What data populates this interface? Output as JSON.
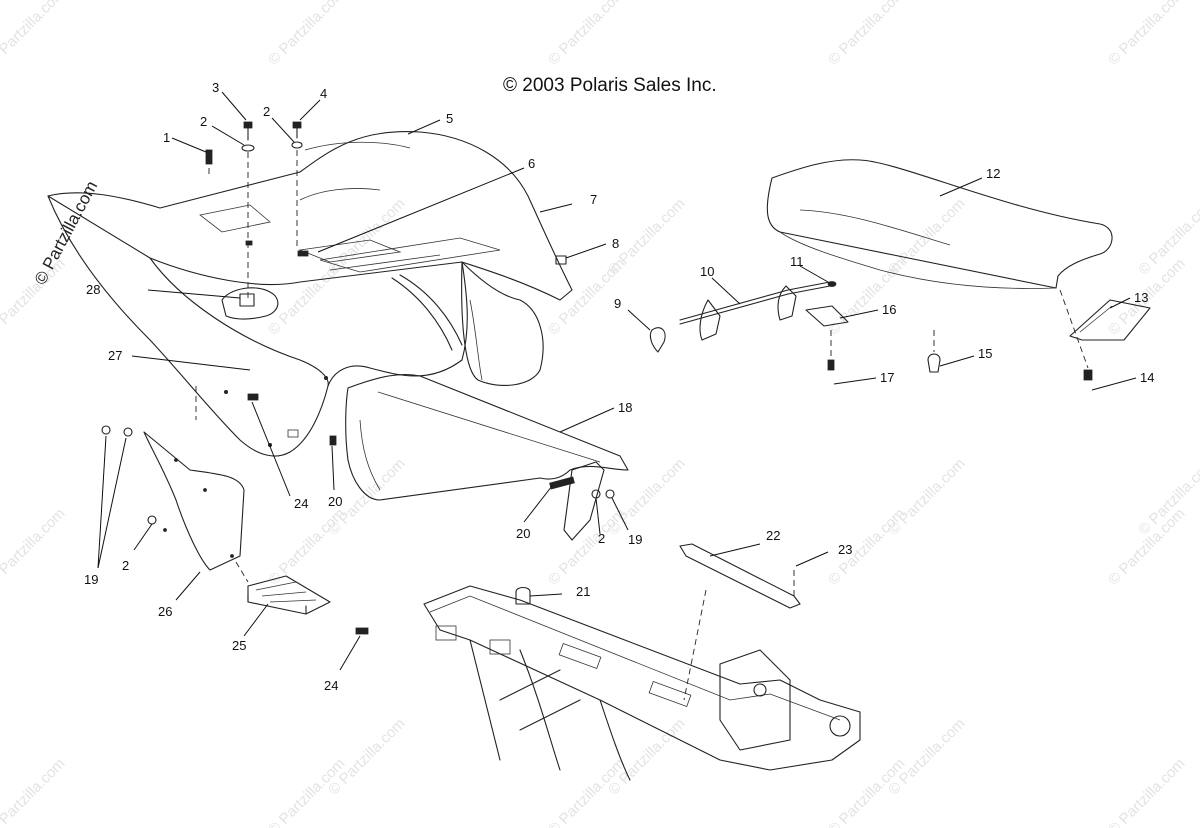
{
  "copyright": "© 2003 Polaris Sales Inc.",
  "watermark": {
    "text": "© Partzilla.com",
    "side_text": "© Partzilla.com"
  },
  "callouts": [
    {
      "id": "c1",
      "label": "1"
    },
    {
      "id": "c2a",
      "label": "2"
    },
    {
      "id": "c3",
      "label": "3"
    },
    {
      "id": "c2b",
      "label": "2"
    },
    {
      "id": "c4",
      "label": "4"
    },
    {
      "id": "c5",
      "label": "5"
    },
    {
      "id": "c6",
      "label": "6"
    },
    {
      "id": "c7",
      "label": "7"
    },
    {
      "id": "c8",
      "label": "8"
    },
    {
      "id": "c9",
      "label": "9"
    },
    {
      "id": "c10",
      "label": "10"
    },
    {
      "id": "c11",
      "label": "11"
    },
    {
      "id": "c12",
      "label": "12"
    },
    {
      "id": "c13",
      "label": "13"
    },
    {
      "id": "c14",
      "label": "14"
    },
    {
      "id": "c15",
      "label": "15"
    },
    {
      "id": "c16",
      "label": "16"
    },
    {
      "id": "c17",
      "label": "17"
    },
    {
      "id": "c18",
      "label": "18"
    },
    {
      "id": "c19a",
      "label": "19"
    },
    {
      "id": "c19b",
      "label": "19"
    },
    {
      "id": "c2c",
      "label": "2"
    },
    {
      "id": "c2d",
      "label": "2"
    },
    {
      "id": "c20a",
      "label": "20"
    },
    {
      "id": "c20b",
      "label": "20"
    },
    {
      "id": "c21",
      "label": "21"
    },
    {
      "id": "c22",
      "label": "22"
    },
    {
      "id": "c23",
      "label": "23"
    },
    {
      "id": "c24a",
      "label": "24"
    },
    {
      "id": "c24b",
      "label": "24"
    },
    {
      "id": "c25",
      "label": "25"
    },
    {
      "id": "c26",
      "label": "26"
    },
    {
      "id": "c27",
      "label": "27"
    },
    {
      "id": "c28",
      "label": "28"
    }
  ]
}
